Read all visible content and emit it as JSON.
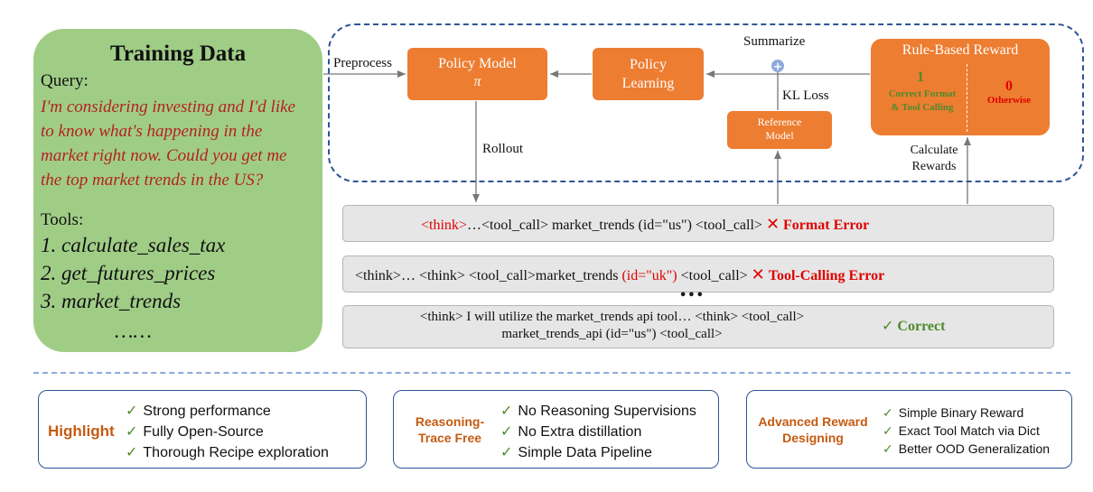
{
  "training_data": {
    "title": "Training Data",
    "query_label": "Query:",
    "query_text": "I'm considering investing and I'd like to know what's happening in the market right now. Could you get me the top market trends in the US?",
    "tools_label": "Tools:",
    "tools": [
      "1. calculate_sales_tax",
      "2. get_futures_prices",
      "3. market_trends"
    ],
    "ellipsis": "……"
  },
  "pipeline": {
    "preprocess_label": "Preprocess",
    "policy_model": {
      "label": "Policy Model",
      "symbol": "π"
    },
    "policy_learning": {
      "label_line1": "Policy",
      "label_line2": "Learning"
    },
    "summarize_label": "Summarize",
    "kl_loss_label": "KL Loss",
    "reference_model": {
      "label_line1": "Reference",
      "label_line2": "Model"
    },
    "rollout_label": "Rollout",
    "calculate_rewards": {
      "line1": "Calculate",
      "line2": "Rewards"
    },
    "reward": {
      "title": "Rule-Based Reward",
      "positive_value": "1",
      "positive_line1": "Correct Format",
      "positive_line2": "& Tool Calling",
      "negative_value": "0",
      "negative_label": "Otherwise"
    }
  },
  "rollouts": [
    {
      "think_tag": "<think>",
      "text": "…<tool_call> market_trends (id=\"us\") <tool_call>",
      "mark": "✕",
      "verdict": "Format Error"
    },
    {
      "text_a": "<think>… <think> <tool_call>market_trends ",
      "highlight": "(id=\"uk\")",
      "text_b": " <tool_call>",
      "mark": "✕",
      "verdict": "Tool-Calling Error"
    },
    {
      "line1": "<think> I will utilize the market_trends api tool… <think> <tool_call>",
      "line2": "market_trends_api (id=\"us\") <tool_call>",
      "mark": "✓",
      "verdict": "Correct"
    }
  ],
  "rollout_ellipsis": "•••",
  "cards": [
    {
      "title": "Highlight",
      "items": [
        "Strong performance",
        "Fully Open-Source",
        "Thorough Recipe exploration"
      ]
    },
    {
      "title_line1": "Reasoning-",
      "title_line2": "Trace Free",
      "items": [
        "No Reasoning Supervisions",
        "No Extra distillation",
        "Simple Data Pipeline"
      ]
    },
    {
      "title_line1": "Advanced Reward",
      "title_line2": "Designing",
      "items": [
        "Simple Binary Reward",
        "Exact Tool Match via Dict",
        "Better OOD Generalization"
      ]
    }
  ],
  "check_glyph": "✓",
  "plus_glyph": "+",
  "colors": {
    "orange": "#ed7d31",
    "green_panel": "#a0cd86",
    "dashed_blue": "#2f5496",
    "error_red": "#e00000",
    "ok_green": "#4f8a2b",
    "card_title": "#c55a11"
  }
}
